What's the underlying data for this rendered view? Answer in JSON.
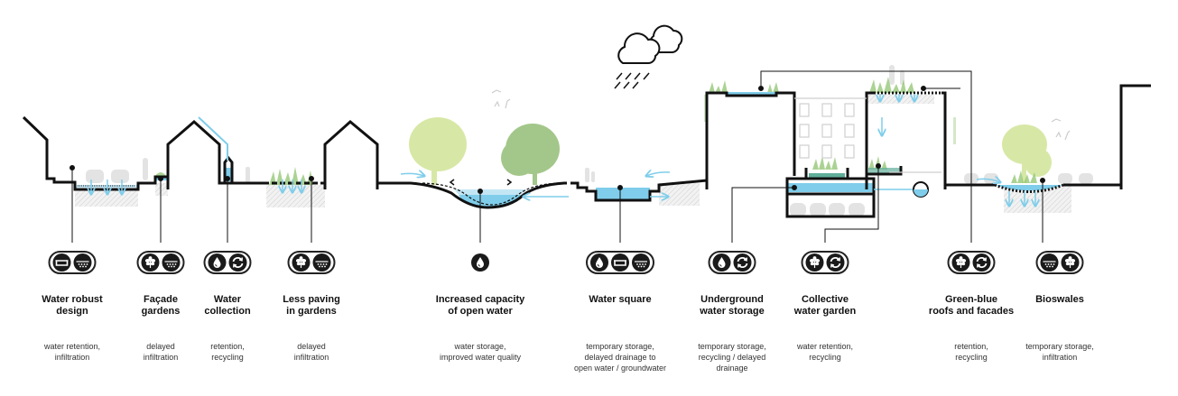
{
  "title": "Climate adaptive urban water measures cross-section",
  "colors": {
    "water": "#7fcdea",
    "water_light": "#c3e6f4",
    "tree_light": "#d7e8a6",
    "tree_dark": "#a3c78a",
    "grass": "#8fc46f",
    "line": "#111111",
    "ghost": "#d9d9d9"
  },
  "legend_icons": {
    "basin": "basin-icon",
    "infiltration": "infiltration-icon",
    "plant": "plant-icon",
    "drop": "water-drop-icon",
    "recycle": "recycle-icon"
  },
  "measures": [
    {
      "id": "water-robust-design",
      "title": "Water robust\ndesign",
      "description": "water retention,\ninfiltration",
      "icons": [
        "basin",
        "infiltration"
      ]
    },
    {
      "id": "facade-gardens",
      "title": "Façade\ngardens",
      "description": "delayed\ninfiltration",
      "icons": [
        "plant",
        "infiltration"
      ]
    },
    {
      "id": "water-collection",
      "title": "Water\ncollection",
      "description": "retention,\nrecycling",
      "icons": [
        "drop",
        "recycle"
      ]
    },
    {
      "id": "less-paving",
      "title": "Less paving\nin gardens",
      "description": "delayed\ninfiltration",
      "icons": [
        "plant",
        "infiltration"
      ]
    },
    {
      "id": "open-water",
      "title": "Increased capacity\nof open water",
      "description": "water storage,\nimproved water quality",
      "icons": [
        "drop"
      ]
    },
    {
      "id": "water-square",
      "title": "Water square",
      "description": "temporary storage,\ndelayed drainage to\nopen water / groundwater",
      "icons": [
        "drop",
        "basin",
        "infiltration"
      ]
    },
    {
      "id": "underground-storage",
      "title": "Underground\nwater storage",
      "description": "temporary storage,\nrecycling / delayed\ndrainage",
      "icons": [
        "drop",
        "recycle"
      ]
    },
    {
      "id": "collective-garden",
      "title": "Collective\nwater garden",
      "description": "water retention,\nrecycling",
      "icons": [
        "plant",
        "recycle"
      ]
    },
    {
      "id": "green-blue-roofs",
      "title": "Green-blue\nroofs and facades",
      "description": "retention,\nrecycling",
      "icons": [
        "plant",
        "recycle"
      ]
    },
    {
      "id": "bioswales",
      "title": "Bioswales",
      "description": "temporary storage,\ninfiltration",
      "icons": [
        "infiltration",
        "plant"
      ]
    }
  ]
}
